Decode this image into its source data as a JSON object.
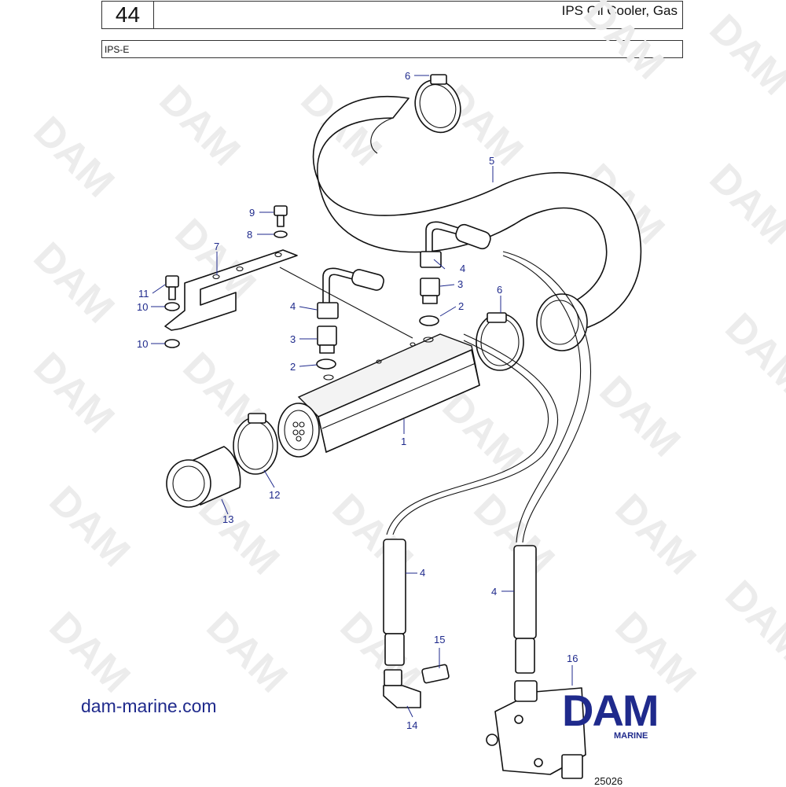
{
  "header": {
    "page_number": "44",
    "title": "IPS Oil Cooler, Gas",
    "model": "IPS-E"
  },
  "watermark_text": "DAM",
  "callouts": [
    {
      "id": "c6a",
      "label": "6"
    },
    {
      "id": "c5",
      "label": "5"
    },
    {
      "id": "c9",
      "label": "9"
    },
    {
      "id": "c8",
      "label": "8"
    },
    {
      "id": "c7",
      "label": "7"
    },
    {
      "id": "c4a",
      "label": "4"
    },
    {
      "id": "c3a",
      "label": "3"
    },
    {
      "id": "c2a",
      "label": "2"
    },
    {
      "id": "c6b",
      "label": "6"
    },
    {
      "id": "c11",
      "label": "11"
    },
    {
      "id": "c10a",
      "label": "10"
    },
    {
      "id": "c4b",
      "label": "4"
    },
    {
      "id": "c10b",
      "label": "10"
    },
    {
      "id": "c3b",
      "label": "3"
    },
    {
      "id": "c2b",
      "label": "2"
    },
    {
      "id": "c1",
      "label": "1"
    },
    {
      "id": "c12",
      "label": "12"
    },
    {
      "id": "c13",
      "label": "13"
    },
    {
      "id": "c4c",
      "label": "4"
    },
    {
      "id": "c4d",
      "label": "4"
    },
    {
      "id": "c15",
      "label": "15"
    },
    {
      "id": "c16",
      "label": "16"
    },
    {
      "id": "c14",
      "label": "14"
    }
  ],
  "footer": {
    "website": "dam-marine.com",
    "logo_main": "DAM",
    "logo_sub": "MARINE",
    "drawing_ref": "25026"
  },
  "colors": {
    "callout": "#1f2a8c",
    "line": "#111111",
    "watermark": "#ececec"
  }
}
